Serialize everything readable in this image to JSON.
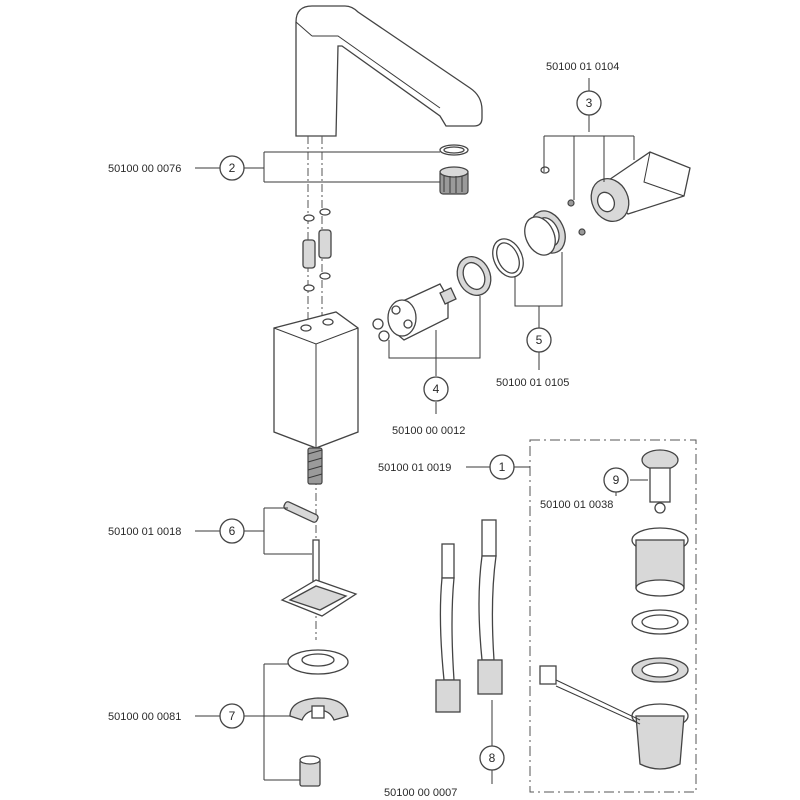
{
  "callouts": [
    {
      "num": "1",
      "part": "50100 01 0019"
    },
    {
      "num": "2",
      "part": "50100 00 0076"
    },
    {
      "num": "3",
      "part": "50100 01 0104"
    },
    {
      "num": "4",
      "part": "50100 00 0012"
    },
    {
      "num": "5",
      "part": "50100 01 0105"
    },
    {
      "num": "6",
      "part": "50100 01 0018"
    },
    {
      "num": "7",
      "part": "50100 00 0081"
    },
    {
      "num": "8",
      "part": "50100 00 0007"
    },
    {
      "num": "9",
      "part": "50100 01 0038"
    }
  ]
}
